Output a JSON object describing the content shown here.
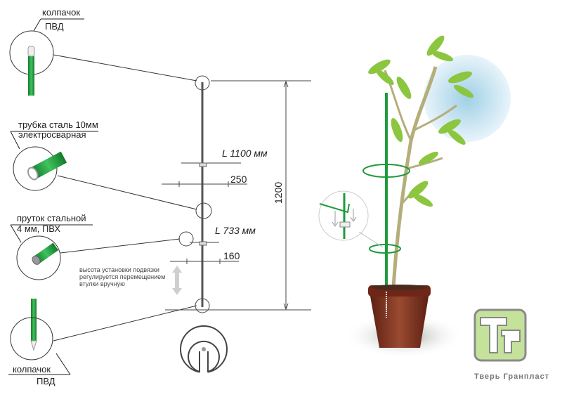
{
  "callouts": {
    "top_cap": {
      "line1": "колпачок",
      "line2": "ПВД"
    },
    "tube": {
      "line1": "трубка сталь 10мм",
      "line2": "электросварная"
    },
    "rod": {
      "line1": "пруток стальной",
      "line2": "4 мм, ПВХ"
    },
    "bottom_cap": {
      "line1": "колпачок",
      "line2": "ПВД"
    }
  },
  "dimensions": {
    "height": "1200",
    "ring_upper_length": "L 1100 мм",
    "ring_upper_diameter": "250",
    "ring_lower_length": "L 733 мм",
    "ring_lower_diameter": "160"
  },
  "note": {
    "line1": "высота установки подвязки",
    "line2": "регулируется перемещением",
    "line3": "втулки вручную"
  },
  "brand": {
    "name": "Тверь Гранпласт",
    "logo_letters": "ТГ"
  },
  "colors": {
    "green": "#1f9a3c",
    "pot": "#7a2e1e",
    "logo_fill": "#c5e29a",
    "logo_stroke": "#8a8a8a",
    "sky": "#bfe0ee"
  }
}
